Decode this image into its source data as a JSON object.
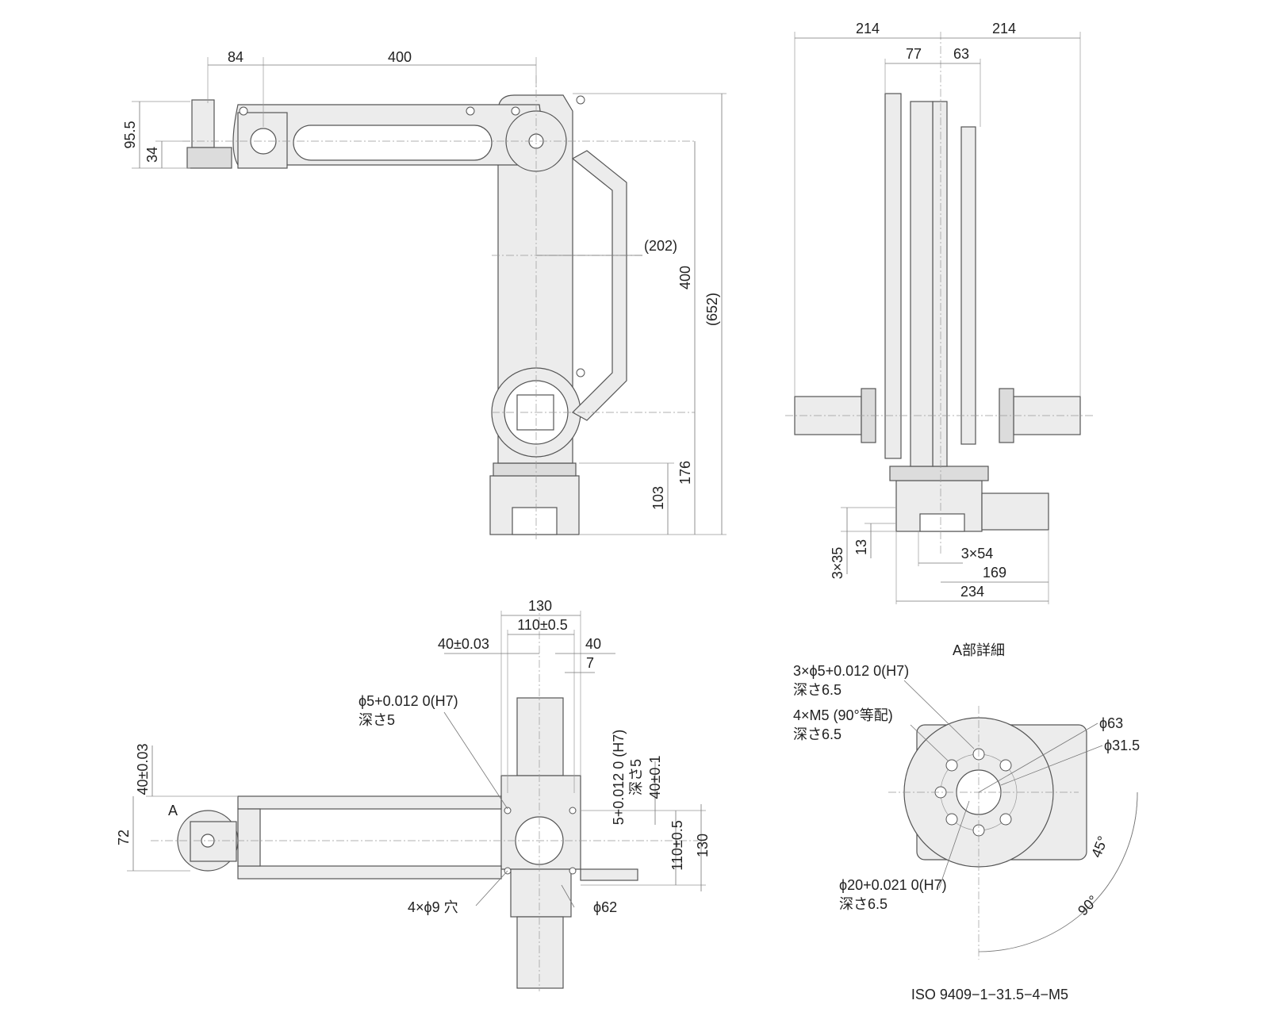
{
  "side_view": {
    "dims": {
      "d84": "84",
      "d400_top": "400",
      "d95_5": "95.5",
      "d34": "34",
      "d202": "(202)",
      "d400_vert": "400",
      "d652": "(652)",
      "d176": "176",
      "d103": "103"
    }
  },
  "front_view": {
    "dims": {
      "d214_left": "214",
      "d214_right": "214",
      "d77": "77",
      "d63": "63",
      "d3x35": "3×35",
      "d13": "13",
      "d3x54": "3×54",
      "d169": "169",
      "d234": "234"
    }
  },
  "top_view": {
    "dims": {
      "d130_top": "130",
      "d110_top": "110±0.5",
      "d40_tol": "40±0.03",
      "d40_right": "40",
      "d7": "7",
      "pin_hole": "ϕ5+0.012 0(H7)",
      "pin_depth": "深さ5",
      "d40_left_v": "40±0.03",
      "d72": "72",
      "label_a": "A",
      "pin_hole_v": "5+0.012 0 (H7)",
      "pin_depth_v": "深さ5",
      "d40_01_v": "40±0.1",
      "d110_v": "110±0.5",
      "d130_v": "130",
      "holes_4x9": "4×ϕ9 穴",
      "d62": "ϕ62"
    }
  },
  "detail_a": {
    "title": "A部詳細",
    "note1": "3×ϕ5+0.012 0(H7)",
    "note1_depth": "深さ6.5",
    "note2": "4×M5 (90°等配)",
    "note2_depth": "深さ6.5",
    "d63": "ϕ63",
    "d31_5": "ϕ31.5",
    "ang45": "45°",
    "ang90": "90°",
    "note3": "ϕ20+0.021 0(H7)",
    "note3_depth": "深さ6.5",
    "iso": "ISO 9409−1−31.5−4−M5"
  }
}
